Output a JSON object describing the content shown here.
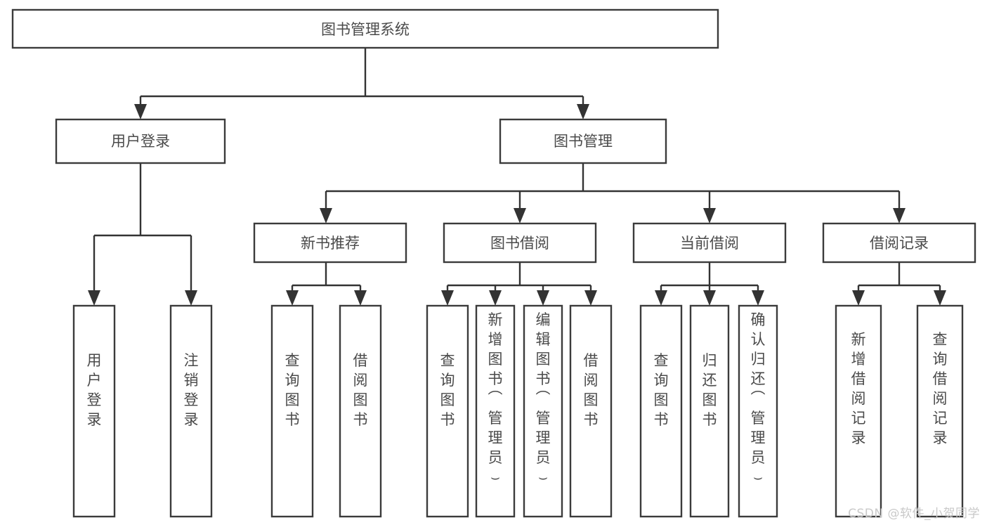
{
  "diagram": {
    "type": "tree-hierarchy",
    "title": "图书管理系统",
    "watermark": "CSDN @软件_小贺同学",
    "colors": {
      "box_stroke": "#3b3b3b",
      "box_fill": "#ffffff",
      "connector": "#333333",
      "label_text": "#4a4a4a",
      "watermark_text": "#c9c9c9",
      "background": "#ffffff"
    },
    "nodes": {
      "root": {
        "label": "图书管理系统",
        "level": 1
      },
      "level2": [
        {
          "id": "user-login",
          "label": "用户登录"
        },
        {
          "id": "book-management",
          "label": "图书管理"
        }
      ],
      "level3": [
        {
          "id": "new-book-recommend",
          "label": "新书推荐",
          "parent": "book-management"
        },
        {
          "id": "book-borrow",
          "label": "图书借阅",
          "parent": "book-management"
        },
        {
          "id": "current-borrow",
          "label": "当前借阅",
          "parent": "book-management"
        },
        {
          "id": "borrow-record",
          "label": "借阅记录",
          "parent": "book-management"
        }
      ],
      "leaves": [
        {
          "id": "leaf-user-login",
          "label": "用户登录",
          "parent": "user-login"
        },
        {
          "id": "leaf-logout-login",
          "label": "注销登录",
          "parent": "user-login"
        },
        {
          "id": "leaf-query-book-1",
          "label": "查询图书",
          "parent": "new-book-recommend"
        },
        {
          "id": "leaf-borrow-book-1",
          "label": "借阅图书",
          "parent": "new-book-recommend"
        },
        {
          "id": "leaf-query-book-2",
          "label": "查询图书",
          "parent": "book-borrow"
        },
        {
          "id": "leaf-add-book",
          "label": "新增图书（管理员）",
          "parent": "book-borrow"
        },
        {
          "id": "leaf-edit-book",
          "label": "编辑图书（管理员）",
          "parent": "book-borrow"
        },
        {
          "id": "leaf-borrow-book-2",
          "label": "借阅图书",
          "parent": "book-borrow"
        },
        {
          "id": "leaf-query-book-3",
          "label": "查询图书",
          "parent": "current-borrow"
        },
        {
          "id": "leaf-return-book",
          "label": "归还图书",
          "parent": "current-borrow"
        },
        {
          "id": "leaf-confirm-return",
          "label": "确认归还（管理员）",
          "parent": "current-borrow"
        },
        {
          "id": "leaf-add-record",
          "label": "新增借阅记录",
          "parent": "borrow-record"
        },
        {
          "id": "leaf-query-record",
          "label": "查询借阅记录",
          "parent": "borrow-record"
        }
      ]
    }
  }
}
